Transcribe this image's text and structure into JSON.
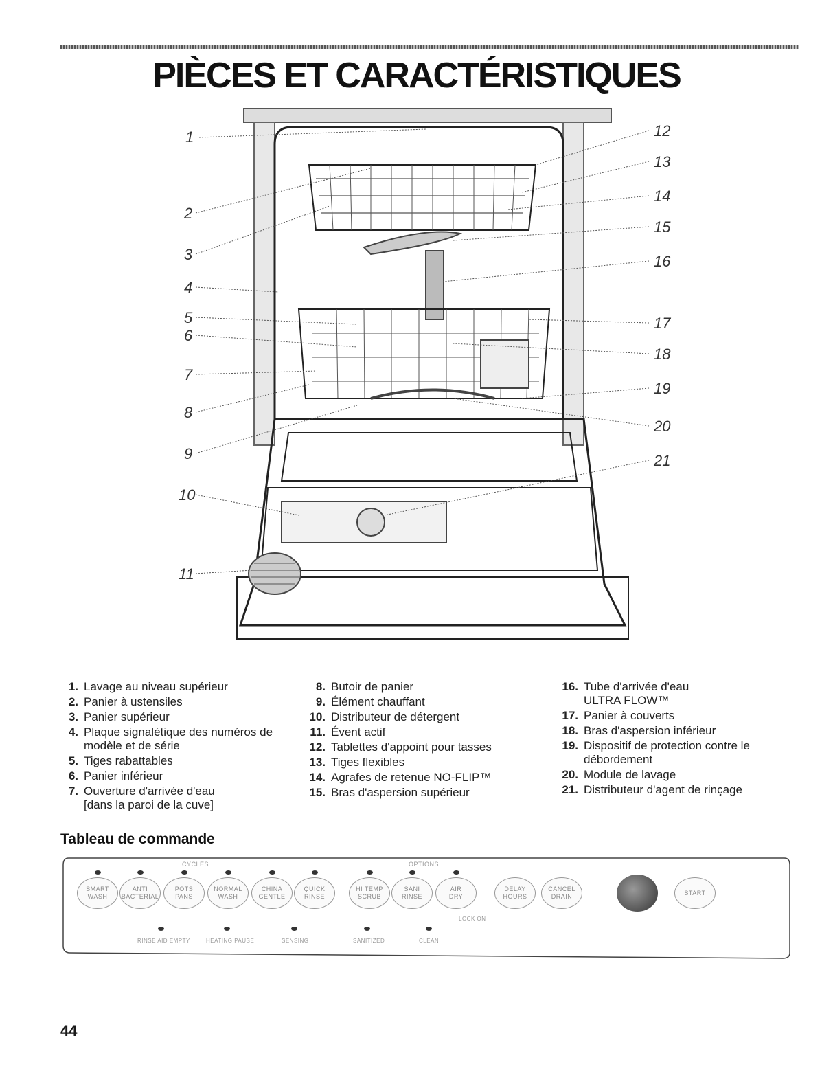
{
  "page": {
    "title": "PIÈCES ET CARACTÉRISTIQUES",
    "page_number": "44",
    "section_title": "Tableau de commande"
  },
  "callouts": [
    "1",
    "2",
    "3",
    "4",
    "5",
    "6",
    "7",
    "8",
    "9",
    "10",
    "11",
    "12",
    "13",
    "14",
    "15",
    "16",
    "17",
    "18",
    "19",
    "20",
    "21"
  ],
  "parts": {
    "col1": [
      {
        "num": "1.",
        "text": "Lavage au niveau supérieur"
      },
      {
        "num": "2.",
        "text": "Panier à ustensiles"
      },
      {
        "num": "3.",
        "text": "Panier supérieur"
      },
      {
        "num": "4.",
        "text": "Plaque signalétique des numéros de modèle et de série"
      },
      {
        "num": "5.",
        "text": "Tiges rabattables"
      },
      {
        "num": "6.",
        "text": "Panier inférieur"
      },
      {
        "num": "7.",
        "text": "Ouverture d'arrivée d'eau [dans la paroi de la cuve]"
      }
    ],
    "col2": [
      {
        "num": "8.",
        "text": "Butoir de panier"
      },
      {
        "num": "9.",
        "text": "Élément chauffant"
      },
      {
        "num": "10.",
        "text": "Distributeur de détergent"
      },
      {
        "num": "11.",
        "text": "Évent actif"
      },
      {
        "num": "12.",
        "text": "Tablettes d'appoint pour tasses"
      },
      {
        "num": "13.",
        "text": "Tiges flexibles"
      },
      {
        "num": "14.",
        "text": "Agrafes de retenue NO-FLIP™"
      },
      {
        "num": "15.",
        "text": "Bras d'aspersion supérieur"
      }
    ],
    "col3": [
      {
        "num": "16.",
        "text": "Tube d'arrivée d'eau ULTRA FLOW™"
      },
      {
        "num": "17.",
        "text": "Panier à couverts"
      },
      {
        "num": "18.",
        "text": "Bras d'aspersion inférieur"
      },
      {
        "num": "19.",
        "text": "Dispositif de protection contre le débordement"
      },
      {
        "num": "20.",
        "text": "Module de lavage"
      },
      {
        "num": "21.",
        "text": "Distributeur d'agent de rinçage"
      }
    ]
  },
  "control_panel": {
    "group_cycles": "CYCLES",
    "group_options": "OPTIONS",
    "buttons": [
      {
        "l1": "SMART",
        "l2": "WASH"
      },
      {
        "l1": "ANTI",
        "l2": "BACTERIAL"
      },
      {
        "l1": "POTS",
        "l2": "PANS"
      },
      {
        "l1": "NORMAL",
        "l2": "WASH"
      },
      {
        "l1": "CHINA",
        "l2": "GENTLE"
      },
      {
        "l1": "QUICK",
        "l2": "RINSE"
      },
      {
        "l1": "HI TEMP",
        "l2": "SCRUB"
      },
      {
        "l1": "SANI",
        "l2": "RINSE"
      },
      {
        "l1": "AIR",
        "l2": "DRY"
      },
      {
        "l1": "DELAY",
        "l2": "HOURS"
      },
      {
        "l1": "CANCEL",
        "l2": "DRAIN"
      },
      {
        "l1": "START",
        "l2": ""
      }
    ],
    "lock_label": "LOCK ON",
    "indicators": [
      "RINSE AID EMPTY",
      "HEATING PAUSE",
      "SENSING",
      "SANITIZED",
      "CLEAN"
    ]
  }
}
